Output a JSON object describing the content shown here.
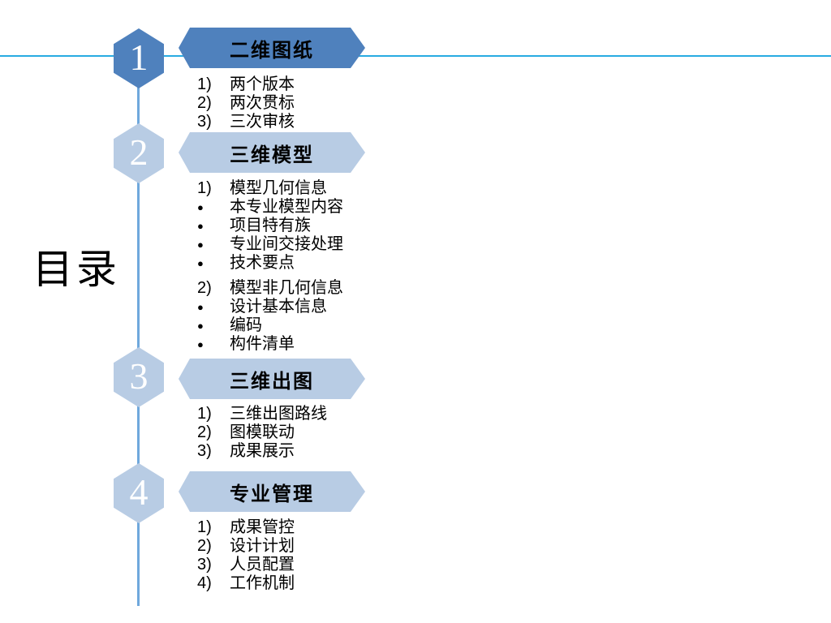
{
  "slide": {
    "toc_title": "目录"
  },
  "colors": {
    "accent_dark": "#4f81bd",
    "accent_light": "#b8cce4",
    "horizontal_line": "#29abe2",
    "vertical_line": "#6fa8dc",
    "text": "#000000",
    "background": "#ffffff"
  },
  "sections": [
    {
      "number": "1",
      "title": "二维图纸",
      "items": [
        {
          "type": "num",
          "marker": "1)",
          "text": "两个版本"
        },
        {
          "type": "num",
          "marker": "2)",
          "text": "两次贯标"
        },
        {
          "type": "num",
          "marker": "3)",
          "text": "三次审核"
        }
      ]
    },
    {
      "number": "2",
      "title": "三维模型",
      "items": [
        {
          "type": "num",
          "marker": "1)",
          "text": "模型几何信息"
        },
        {
          "type": "bullet",
          "marker": "●",
          "text": "本专业模型内容"
        },
        {
          "type": "bullet",
          "marker": "●",
          "text": "项目特有族"
        },
        {
          "type": "bullet",
          "marker": "●",
          "text": "专业间交接处理"
        },
        {
          "type": "bullet",
          "marker": "●",
          "text": "技术要点"
        },
        {
          "type": "num",
          "marker": "2)",
          "text": "模型非几何信息"
        },
        {
          "type": "bullet",
          "marker": "●",
          "text": "设计基本信息"
        },
        {
          "type": "bullet",
          "marker": "●",
          "text": "编码"
        },
        {
          "type": "bullet",
          "marker": "●",
          "text": "构件清单"
        }
      ]
    },
    {
      "number": "3",
      "title": "三维出图",
      "items": [
        {
          "type": "num",
          "marker": "1)",
          "text": "三维出图路线"
        },
        {
          "type": "num",
          "marker": "2)",
          "text": "图模联动"
        },
        {
          "type": "num",
          "marker": "3)",
          "text": "成果展示"
        }
      ]
    },
    {
      "number": "4",
      "title": "专业管理",
      "items": [
        {
          "type": "num",
          "marker": "1)",
          "text": "成果管控"
        },
        {
          "type": "num",
          "marker": "2)",
          "text": "设计计划"
        },
        {
          "type": "num",
          "marker": "3)",
          "text": "人员配置"
        },
        {
          "type": "num",
          "marker": "4)",
          "text": "工作机制"
        }
      ]
    }
  ]
}
